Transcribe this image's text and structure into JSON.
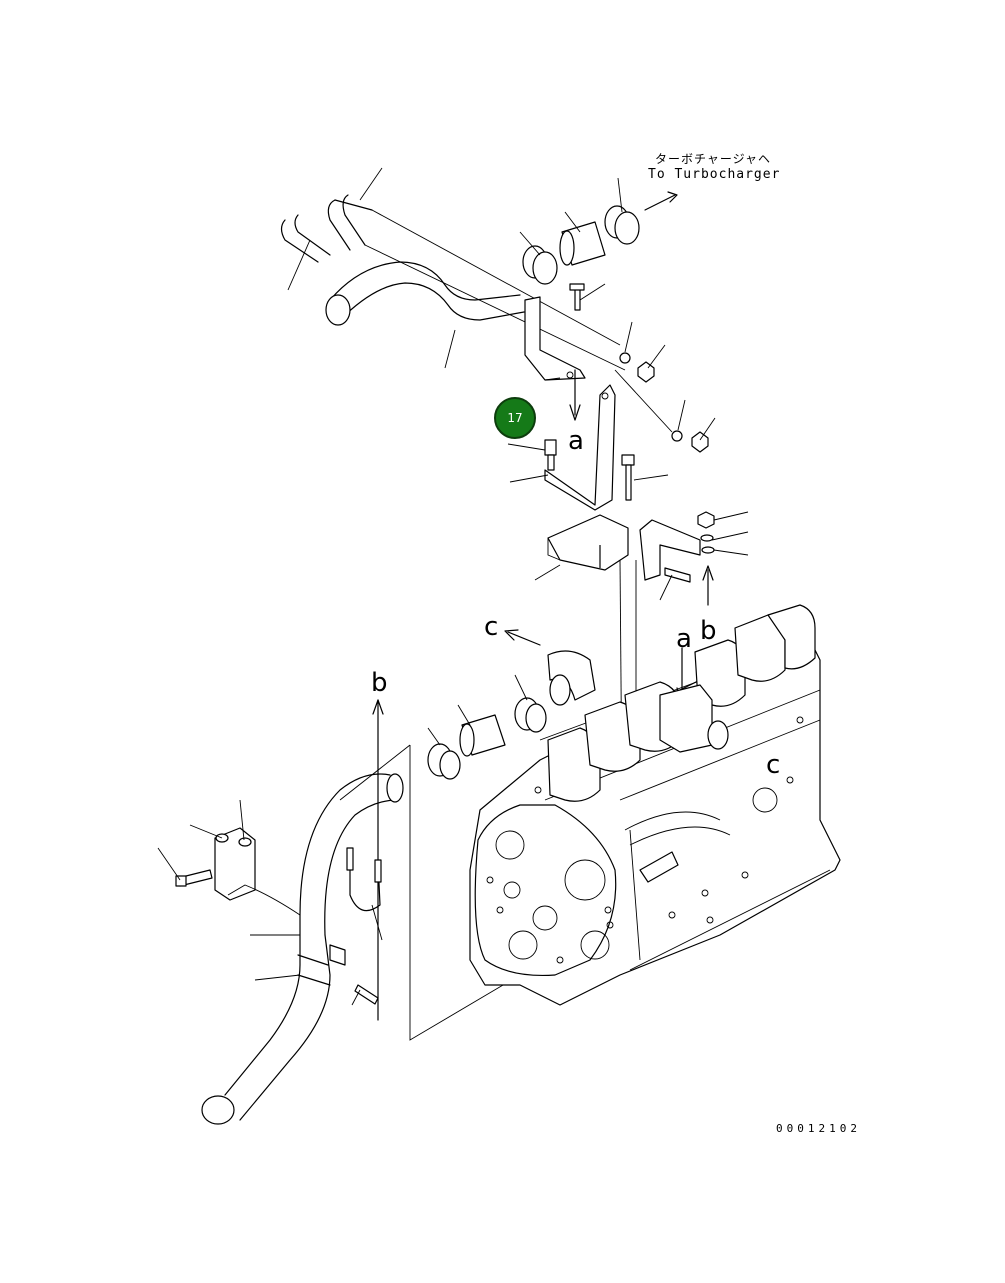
{
  "diagram": {
    "destination_label_jp": "ターボチャージャヘ",
    "destination_label_en": "To Turbocharger",
    "drawing_number": "00012102",
    "highlighted_part_number": "17",
    "callout_letters": {
      "a_upper": "a",
      "a_lower": "a",
      "b_upper": "b",
      "b_lower": "b",
      "c_upper": "c",
      "c_lower": "c"
    }
  }
}
